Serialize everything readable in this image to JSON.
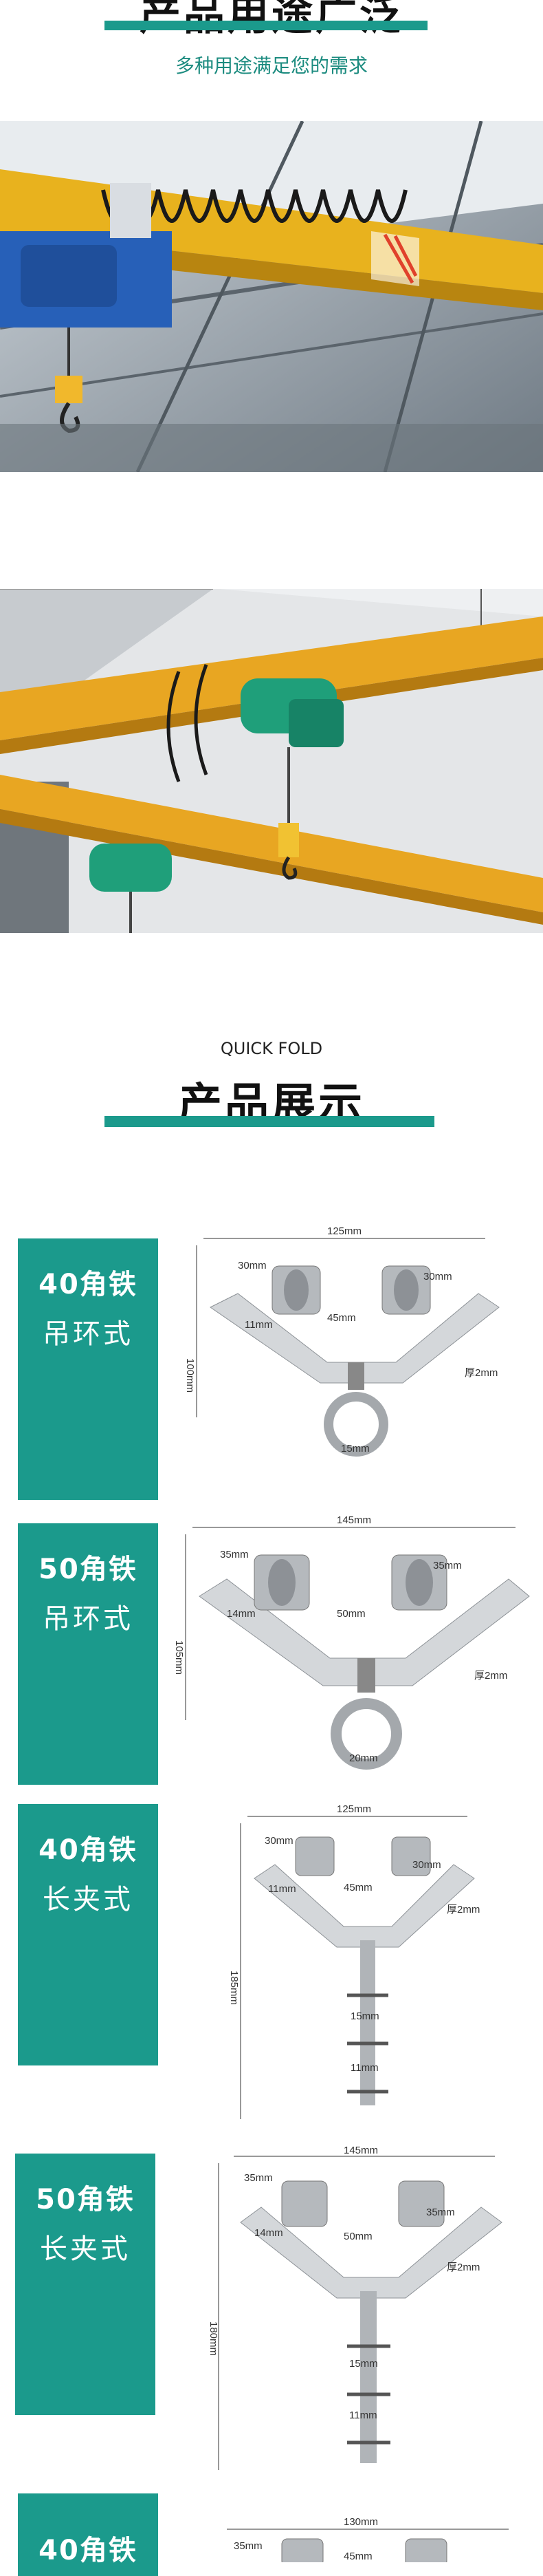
{
  "header1": {
    "title": "产品用途广泛",
    "subtitle": "多种用途满足您的需求"
  },
  "header2": {
    "eyebrow": "QUICK FOLD",
    "title": "产品展示"
  },
  "products": [
    {
      "line1": "40角铁",
      "line2": "吊环式",
      "dims": {
        "width": "125mm",
        "height": "100mm",
        "wheel": "30mm",
        "gap": "45mm",
        "side": "11mm",
        "thick": "厚2mm",
        "ring": "15mm",
        "right": "30mm"
      }
    },
    {
      "line1": "50角铁",
      "line2": "吊环式",
      "dims": {
        "width": "145mm",
        "height": "105mm",
        "wheel": "35mm",
        "gap": "50mm",
        "side": "14mm",
        "thick": "厚2mm",
        "ring": "20mm",
        "right": "35mm"
      }
    },
    {
      "line1": "40角铁",
      "line2": "长夹式",
      "dims": {
        "width": "125mm",
        "height": "185mm",
        "wheel": "30mm",
        "gap": "45mm",
        "side": "11mm",
        "thick": "厚2mm",
        "mid": "15mm",
        "low": "11mm",
        "right": "30mm"
      }
    },
    {
      "line1": "50角铁",
      "line2": "长夹式",
      "dims": {
        "width": "145mm",
        "height": "180mm",
        "wheel": "35mm",
        "gap": "50mm",
        "side": "14mm",
        "thick": "厚2mm",
        "mid": "15mm",
        "low": "11mm",
        "right": "35mm"
      }
    },
    {
      "line1": "40角铁",
      "line2": "",
      "dims": {
        "width": "130mm",
        "wheel": "35mm",
        "gap": "45mm"
      }
    }
  ]
}
